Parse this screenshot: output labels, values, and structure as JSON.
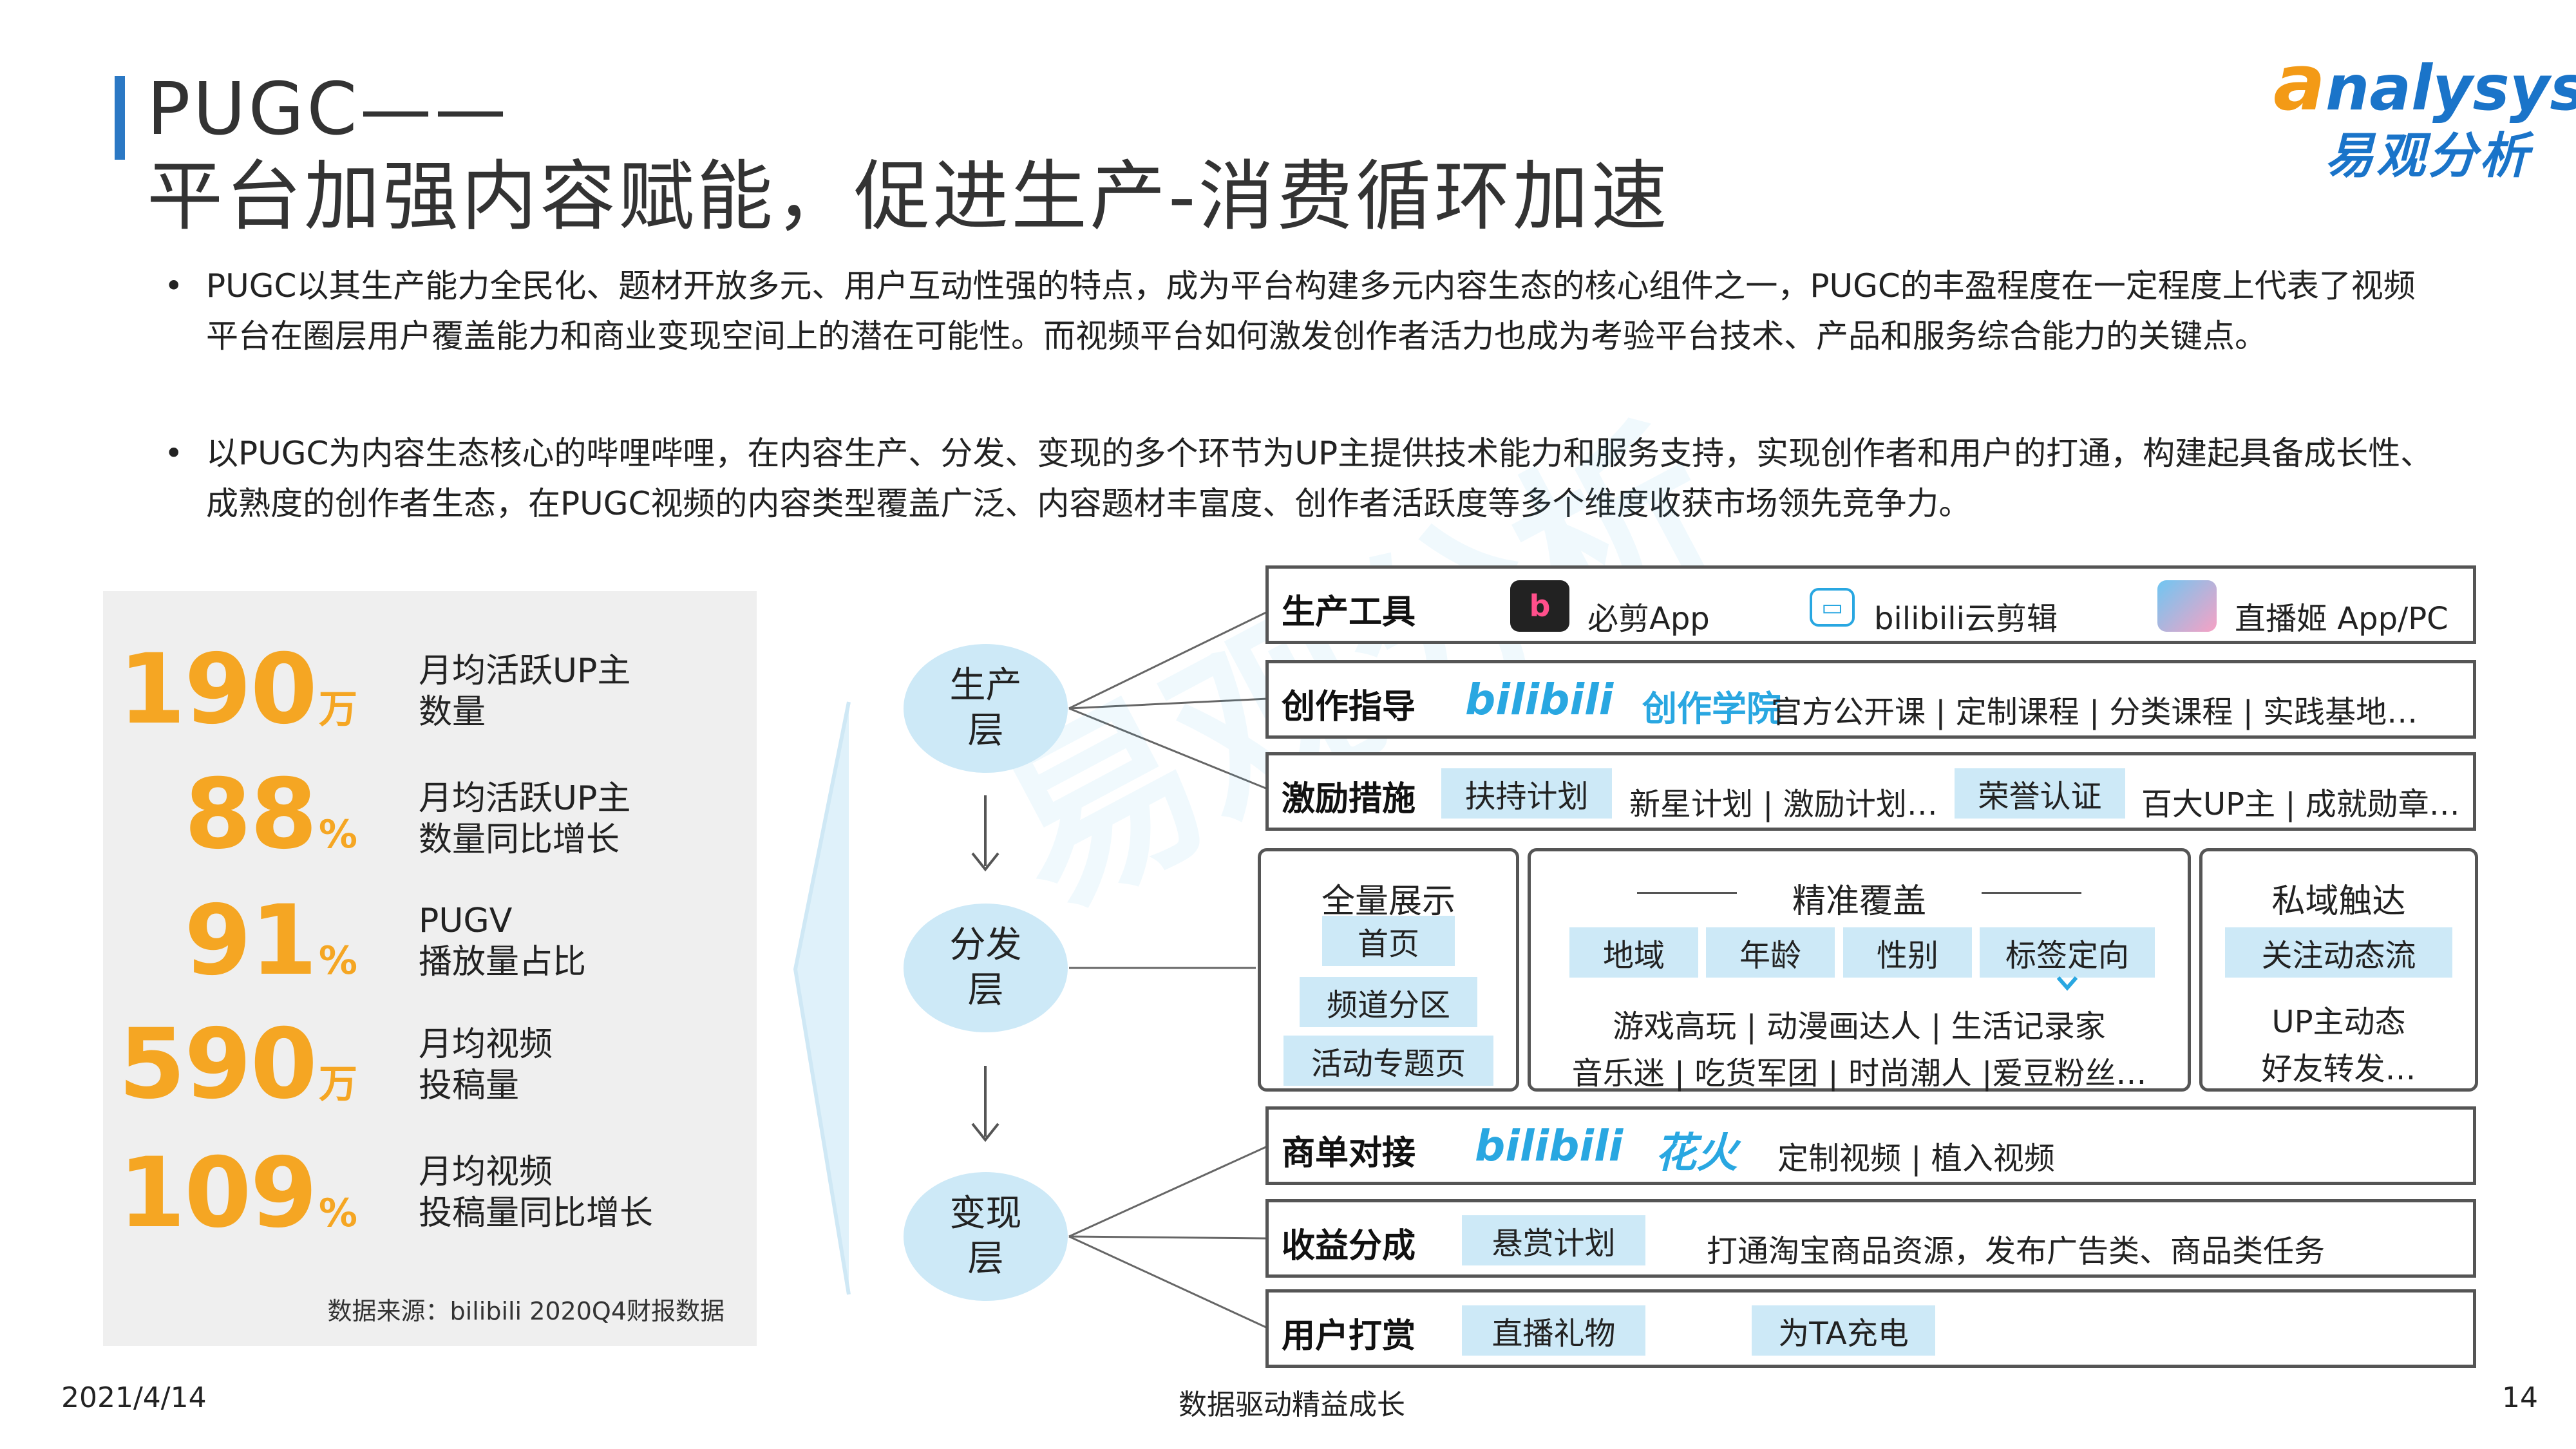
{
  "header": {
    "title_line1": "PUGC——",
    "title_line2": "平台加强内容赋能，促进生产-消费循环加速",
    "logo_en_first": "a",
    "logo_en_rest": "nalysys",
    "logo_cn": "易观分析"
  },
  "bullets": [
    {
      "dot": "•",
      "text": "PUGC以其生产能力全民化、题材开放多元、用户互动性强的特点，成为平台构建多元内容生态的核心组件之一，PUGC的丰盈程度在一定程度上代表了视频平台在圈层用户覆盖能力和商业变现空间上的潜在可能性。而视频平台如何激发创作者活力也成为考验平台技术、产品和服务综合能力的关键点。"
    },
    {
      "dot": "•",
      "text": "以PUGC为内容生态核心的哔哩哔哩，在内容生产、分发、变现的多个环节为UP主提供技术能力和服务支持，实现创作者和用户的打通，构建起具备成长性、成熟度的创作者生态，在PUGC视频的内容类型覆盖广泛、内容题材丰富度、创作者活跃度等多个维度收获市场领先竞争力。"
    }
  ],
  "stats": {
    "items": [
      {
        "number": "190",
        "unit": "万",
        "label1": "月均活跃UP主",
        "label2": "数量"
      },
      {
        "number": "88",
        "unit": "%",
        "label1": "月均活跃UP主",
        "label2": "数量同比增长"
      },
      {
        "number": "91",
        "unit": "%",
        "label1": "PUGV",
        "label2": "播放量占比"
      },
      {
        "number": "590",
        "unit": "万",
        "label1": "月均视频",
        "label2": "投稿量"
      },
      {
        "number": "109",
        "unit": "%",
        "label1": "月均视频",
        "label2": "投稿量同比增长"
      }
    ],
    "source": "数据来源：bilibili 2020Q4财报数据"
  },
  "layers": {
    "production": {
      "line1": "生产",
      "line2": "层"
    },
    "distribution": {
      "line1": "分发",
      "line2": "层"
    },
    "monetization": {
      "line1": "变现",
      "line2": "层"
    }
  },
  "rows": {
    "tools": {
      "title": "生产工具",
      "app1_icon": "b",
      "app1": "必剪App",
      "app2_icon": "▭",
      "app2": "bilibili云剪辑",
      "app3": "直播姬 App/PC"
    },
    "guide": {
      "title": "创作指导",
      "logo_bili": "bilibili",
      "logo_academy": "创作学院",
      "text": "官方公开课 | 定制课程 | 分类课程 | 实践基地…"
    },
    "incentive": {
      "title": "激励措施",
      "pill1": "扶持计划",
      "text1": "新星计划 | 激励计划…",
      "pill2": "荣誉认证",
      "text2": "百大UP主 | 成就勋章…"
    },
    "full_display": {
      "title": "全量展示",
      "items": [
        "首页",
        "频道分区",
        "活动专题页"
      ]
    },
    "precise": {
      "title": "精准覆盖",
      "pills": [
        "地域",
        "年龄",
        "性别",
        "标签定向"
      ],
      "line1": "游戏高玩 | 动漫画达人 | 生活记录家",
      "line2": "音乐迷 | 吃货军团 | 时尚潮人 |爱豆粉丝…"
    },
    "private": {
      "title": "私域触达",
      "pill": "关注动态流",
      "line1": "UP主动态",
      "line2": "好友转发…"
    },
    "business": {
      "title": "商单对接",
      "logo_bili": "bilibili",
      "logo_huahuo": "花火",
      "text": "定制视频 | 植入视频"
    },
    "revenue": {
      "title": "收益分成",
      "pill": "悬赏计划",
      "text": "打通淘宝商品资源，发布广告类、商品类任务"
    },
    "reward": {
      "title": "用户打赏",
      "pill1": "直播礼物",
      "pill2": "为TA充电"
    }
  },
  "footer": {
    "date": "2021/4/14",
    "center": "数据驱动精益成长",
    "page": "14"
  },
  "colors": {
    "accent_orange": "#f5a623",
    "brand_blue": "#1a74c9",
    "pill_blue": "#cde9f7",
    "bili_blue": "#29a7e1"
  }
}
